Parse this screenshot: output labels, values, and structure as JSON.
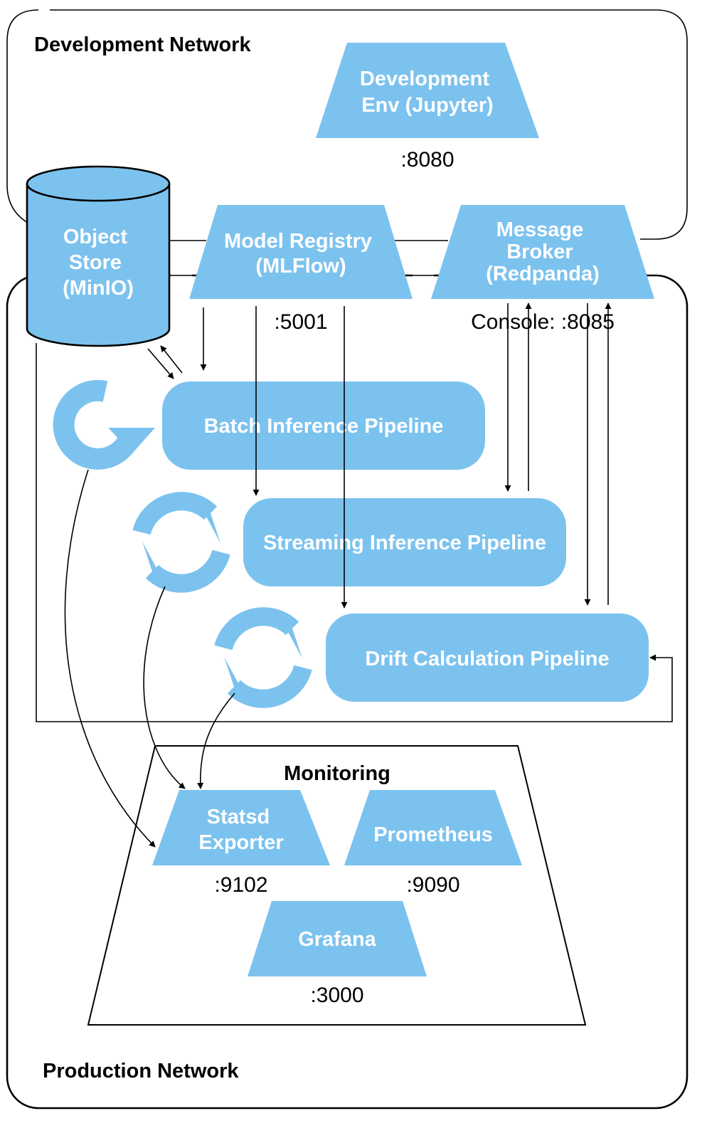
{
  "networks": {
    "development": "Development Network",
    "production": "Production Network",
    "monitoring": "Monitoring"
  },
  "components": {
    "jupyter": {
      "lines": [
        "Development",
        "Env (Jupyter)"
      ],
      "port": ":8080"
    },
    "minio": {
      "lines": [
        "Object",
        "Store",
        "(MinIO)"
      ]
    },
    "mlflow": {
      "lines": [
        "Model Registry",
        "(MLFlow)"
      ],
      "port": ":5001"
    },
    "redpanda": {
      "lines": [
        "Message",
        "Broker",
        "(Redpanda)"
      ],
      "port": "Console: :8085"
    },
    "batch": {
      "label": "Batch Inference Pipeline"
    },
    "streaming": {
      "label": "Streaming Inference Pipeline"
    },
    "drift": {
      "label": "Drift Calculation Pipeline"
    },
    "statsd": {
      "lines": [
        "Statsd",
        "Exporter"
      ],
      "port": ":9102"
    },
    "prometheus": {
      "label": "Prometheus",
      "port": ":9090"
    },
    "grafana": {
      "label": "Grafana",
      "port": ":3000"
    }
  },
  "colors": {
    "component": "#7cc2ee",
    "text_on_component": "#ffffff",
    "line": "#000000"
  },
  "icons": {
    "recurring": "refresh-cycle-icon",
    "once": "rotate-arrow-icon"
  }
}
